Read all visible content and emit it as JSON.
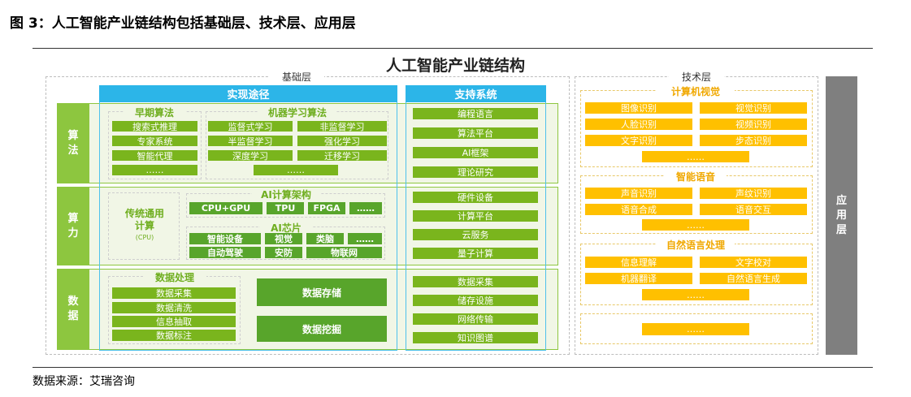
{
  "figure_title": "图 3：人工智能产业链结构包括基础层、技术层、应用层",
  "diagram_title": "人工智能产业链结构",
  "base_label": "基础层",
  "tech_label": "技术层",
  "app_label": "应用层",
  "header_impl": "实现途径",
  "header_support": "支持系统",
  "rows": {
    "algo": "算法",
    "compute": "算力",
    "data": "数据"
  },
  "algo": {
    "early_title": "早期算法",
    "early_items": [
      "搜索式推理",
      "专家系统",
      "智能代理",
      "……"
    ],
    "ml_title": "机器学习算法",
    "ml_items": [
      "监督式学习",
      "非监督学习",
      "半监督学习",
      "强化学习",
      "深度学习",
      "迁移学习",
      "……"
    ],
    "support": [
      "编程语言",
      "算法平台",
      "AI框架",
      "理论研究"
    ]
  },
  "compute": {
    "traditional": "传统通用计算",
    "traditional_sub": "(CPU)",
    "arch_title": "AI计算架构",
    "arch_items": [
      "CPU+GPU",
      "TPU",
      "FPGA",
      "……"
    ],
    "chip_title": "AI芯片",
    "chip_items": [
      "智能设备",
      "视觉",
      "类脑",
      "……",
      "自动驾驶",
      "安防",
      "物联网"
    ],
    "support": [
      "硬件设备",
      "计算平台",
      "云服务",
      "量子计算"
    ]
  },
  "data": {
    "proc_title": "数据处理",
    "proc_items": [
      "数据采集",
      "数据清洗",
      "信息抽取",
      "数据标注"
    ],
    "storage": "数据存储",
    "mining": "数据挖掘",
    "support": [
      "数据采集",
      "储存设施",
      "网络传输",
      "知识图谱"
    ]
  },
  "tech": {
    "cv_title": "计算机视觉",
    "cv_items": [
      "图像识别",
      "视觉识别",
      "人脸识别",
      "视频识别",
      "文字识别",
      "步态识别",
      "……"
    ],
    "speech_title": "智能语音",
    "speech_items": [
      "声音识别",
      "声纹识别",
      "语音合成",
      "语音交互",
      "……"
    ],
    "nlp_title": "自然语言处理",
    "nlp_items": [
      "信息理解",
      "文字校对",
      "机器翻译",
      "自然语言生成",
      "……"
    ],
    "more": "……"
  },
  "source": "数据来源：艾瑞咨询",
  "colors": {
    "green": "#8dc63f",
    "dark_green": "#58a52b",
    "blue": "#2cb5e8",
    "yellow": "#ffc000",
    "gray": "#7f7f7f"
  }
}
